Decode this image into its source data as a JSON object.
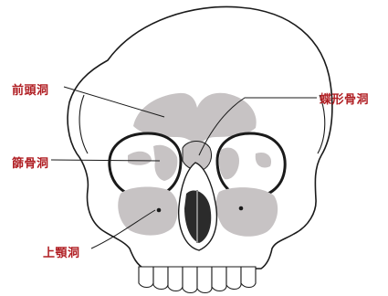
{
  "labels": {
    "frontal": "前頭洞",
    "sphenoid": "蝶形骨洞",
    "ethmoid": "篩骨洞",
    "maxillary": "上顎洞"
  },
  "colors": {
    "label_text": "#b01e23",
    "sinus_fill": "#c7c3c4",
    "outline": "#1a1a1a",
    "background": "#ffffff"
  }
}
